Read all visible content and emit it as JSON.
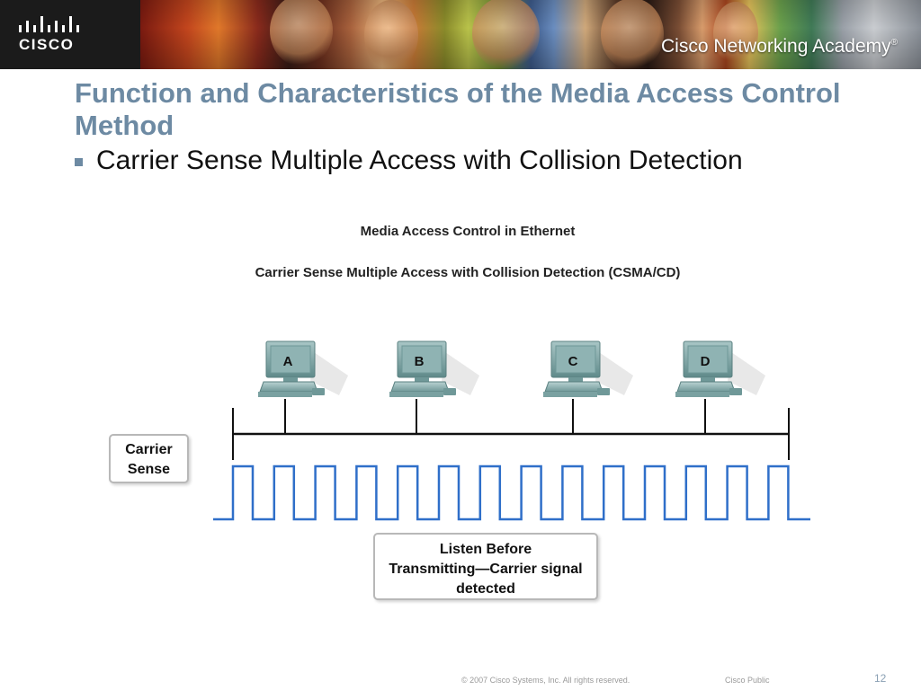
{
  "header": {
    "logo_text": "CISCO",
    "academy_text": "Cisco Networking Academy",
    "academy_trademark": "®"
  },
  "slide": {
    "title": "Function and Characteristics of the Media Access Control Method",
    "bullet": "Carrier Sense Multiple Access with Collision Detection"
  },
  "diagram": {
    "heading": "Media Access Control in Ethernet",
    "subheading": "Carrier Sense Multiple Access with Collision Detection (CSMA/CD)",
    "stations": [
      {
        "label": "A"
      },
      {
        "label": "B"
      },
      {
        "label": "C"
      },
      {
        "label": "D"
      }
    ],
    "carrier_sense_label": "Carrier Sense",
    "carrier_sense_line1": "Carrier",
    "carrier_sense_line2": "Sense",
    "listen_line1": "Listen Before",
    "listen_line2": "Transmitting—Carrier signal",
    "listen_line3": "detected",
    "colors": {
      "monitor": "#6f9898",
      "monitor_light": "#a9c6c6",
      "screen": "#8fb3b3",
      "signal": "#2f6fc9",
      "bus": "#111111",
      "title_blue": "#6d8aa3"
    }
  },
  "footer": {
    "copyright": "© 2007 Cisco Systems, Inc. All rights reserved.",
    "classification": "Cisco Public",
    "page_number": "12"
  }
}
